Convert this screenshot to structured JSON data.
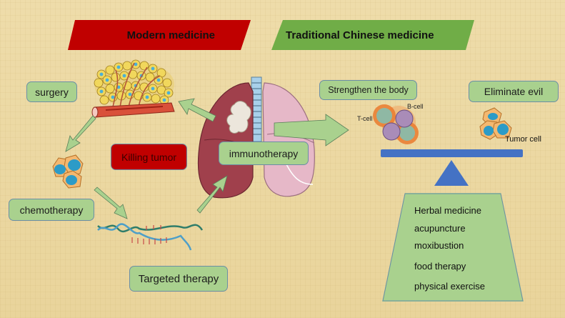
{
  "headers": {
    "modern": "Modern medicine",
    "tcm": "Traditional Chinese medicine"
  },
  "modern_therapies": {
    "surgery": "surgery",
    "chemotherapy": "chemotherapy",
    "targeted": "Targeted therapy",
    "immunotherapy": "immunotherapy",
    "center": "Killing tumor"
  },
  "tcm": {
    "strengthen": "Strengthen the body",
    "eliminate": "Eliminate evil",
    "labels": {
      "t_cell": "T-cell",
      "b_cell": "B-cell",
      "tumor_cell": "Tumor cell"
    },
    "methods": [
      "Herbal medicine",
      "acupuncture",
      "moxibustion",
      "food therapy",
      "physical exercise"
    ]
  },
  "colors": {
    "red": "#c00000",
    "green": "#70ad47",
    "box_green": "#a9d18e",
    "balance_blue": "#4472c4"
  }
}
